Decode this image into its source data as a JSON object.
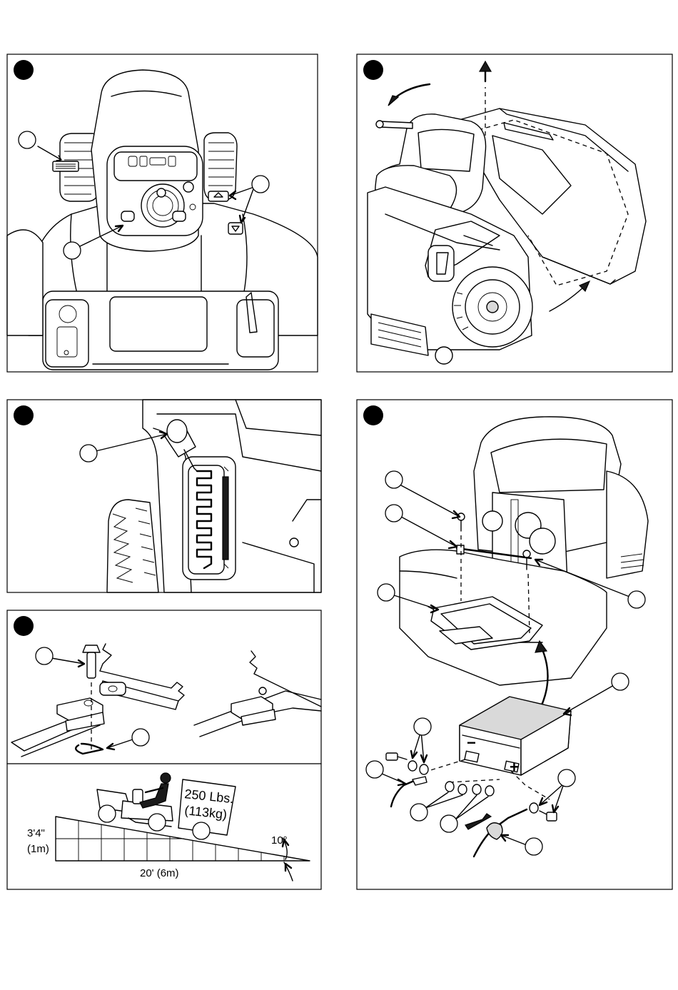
{
  "panels": [
    {
      "id": "panel-1",
      "callouts": 3
    },
    {
      "id": "panel-2",
      "callouts": 0
    },
    {
      "id": "panel-3",
      "callouts": 1
    },
    {
      "id": "panel-4",
      "callouts": 7
    },
    {
      "id": "panel-5",
      "callouts": 2
    },
    {
      "id": "panel-6",
      "callouts": 3
    }
  ],
  "slope": {
    "height_imperial": "3'4\"",
    "height_metric": "(1m)",
    "length": "20' (6m)",
    "angle": "10°"
  },
  "weight_sign": {
    "line1": "250 Lbs.",
    "line2": "(113kg)"
  },
  "battery": {
    "negative_symbol": "−",
    "positive_symbol": "+"
  },
  "icons": [
    "rotation-arrow-icon",
    "lift-arrow-icon",
    "pivot-arrow-icon",
    "insert-arrow-icon"
  ]
}
